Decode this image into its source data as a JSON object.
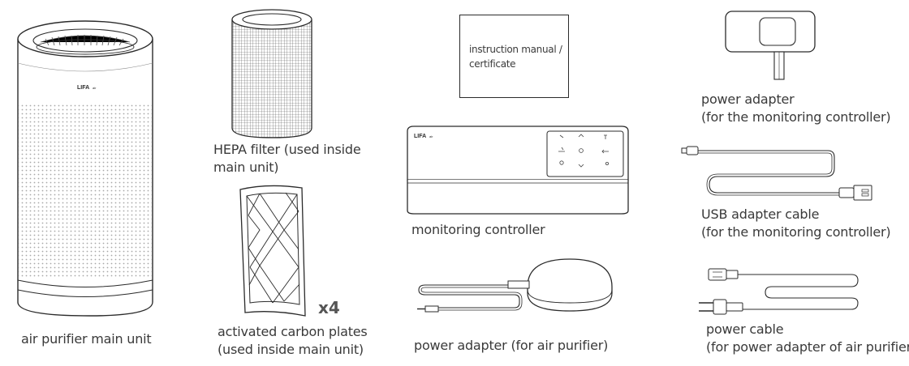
{
  "items": {
    "purifier": {
      "caption": "air purifier main unit",
      "brand": "LIFA"
    },
    "hepa": {
      "caption_l1": "HEPA filter (used inside",
      "caption_l2": "main unit)"
    },
    "carbon": {
      "caption_l1": "activated carbon plates",
      "caption_l2": "(used inside main unit)",
      "quantity": "x4"
    },
    "manual": {
      "text_l1": "instruction manual /",
      "text_l2": "certificate"
    },
    "controller": {
      "caption": "monitoring controller",
      "brand": "LIFA"
    },
    "purifier_adapter": {
      "caption": "power adapter (for air purifier)"
    },
    "controller_adapter": {
      "caption_l1": "power adapter",
      "caption_l2": "(for the monitoring controller)"
    },
    "usb_cable": {
      "caption_l1": "USB adapter cable",
      "caption_l2": "(for the monitoring controller)"
    },
    "power_cable": {
      "caption_l1": "power cable",
      "caption_l2": "(for power adapter of air purifier)"
    }
  },
  "colors": {
    "line": "#2b2b2b",
    "text": "#3a3a3a",
    "dots": "#9a9a9a"
  }
}
